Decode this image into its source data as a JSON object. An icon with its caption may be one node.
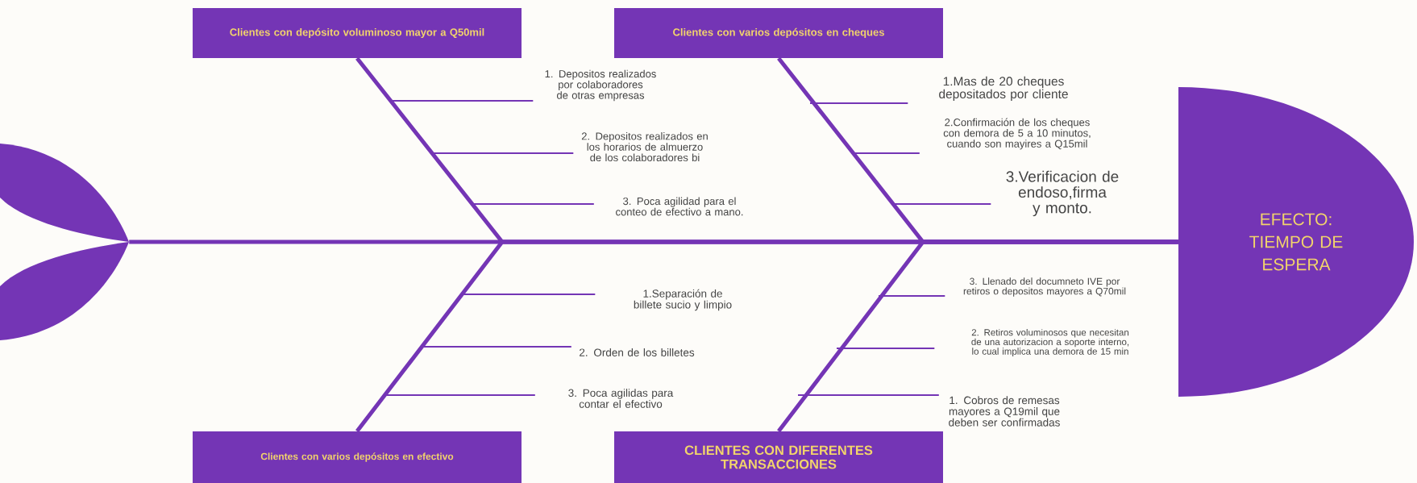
{
  "diagram": {
    "nodes": [
      {
        "text": [
          "Clientes con depósito voluminoso mayor a Q50mil"
        ]
      },
      {
        "text": [
          "Clientes con varios depósitos en cheques"
        ]
      },
      {
        "text": [
          "1. Depositos realizados por colaboradores de otras empresas"
        ]
      },
      {
        "text": [
          "2. Depositos realizados en los horarios de almuerzo de los colaboradores bi"
        ]
      },
      {
        "text": [
          "3. Poca agilidad para el conteo de efectivo a mano."
        ]
      },
      {
        "text": [
          "1.Mas de 20 cheques depositados por cliente"
        ]
      },
      {
        "text": [
          "2.Confirmación de los cheques con demora de 5 a 10 minutos, cuando son mayires a Q15mil"
        ]
      },
      {
        "text": [
          "3.Verificacion de endoso,firma y monto."
        ]
      },
      {
        "text": [],
        "shape": "tail"
      },
      {
        "text": [
          "EFECTO: TIEMPO DE ESPERA"
        ]
      },
      {
        "text": [
          "1.Separación de billete sucio y limpio"
        ]
      },
      {
        "text": [
          "2. Orden de los billetes"
        ]
      },
      {
        "text": [
          "3. Poca agilidas para contar el efectivo"
        ]
      },
      {
        "text": [
          "3. Llenado del documneto IVE por retiros o depositos mayores a Q70mil"
        ]
      },
      {
        "text": [
          "2. Retiros voluminosos que necesitan de una autorizacion a soporte interno, lo cual implica una demora de 15 min"
        ]
      },
      {
        "text": [
          "1. Cobros de remesas mayores a Q19mil que deben ser confirmadas"
        ]
      },
      {
        "text": [
          "Clientes con varios depósitos en efectivo"
        ]
      },
      {
        "text": [
          "CLIENTES CON DIFERENTES TRANSACCIONES"
        ]
      }
    ],
    "edges": [
      {
        "from": 8,
        "to": 9,
        "arrow": "none",
        "style": "thick"
      },
      {
        "from": 0,
        "to": 9,
        "arrow": "none",
        "style": "thick"
      },
      {
        "from": 1,
        "to": 9,
        "arrow": "none",
        "style": "thick"
      },
      {
        "from": 16,
        "to": 9,
        "arrow": "none",
        "style": "thick"
      },
      {
        "from": 17,
        "to": 9,
        "arrow": "none",
        "style": "thick"
      },
      {
        "from": 2,
        "to": null,
        "arrow": "none"
      },
      {
        "from": 3,
        "to": null,
        "arrow": "none"
      },
      {
        "from": 4,
        "to": null,
        "arrow": "none"
      },
      {
        "from": 5,
        "to": null,
        "arrow": "none"
      },
      {
        "from": 6,
        "to": null,
        "arrow": "none"
      },
      {
        "from": 7,
        "to": null,
        "arrow": "none"
      },
      {
        "from": 10,
        "to": null,
        "arrow": "none"
      },
      {
        "from": 11,
        "to": null,
        "arrow": "none"
      },
      {
        "from": 12,
        "to": null,
        "arrow": "none"
      },
      {
        "from": 13,
        "to": null,
        "arrow": "none"
      },
      {
        "from": 14,
        "to": null,
        "arrow": "none"
      },
      {
        "from": 15,
        "to": null,
        "arrow": "none"
      }
    ]
  }
}
